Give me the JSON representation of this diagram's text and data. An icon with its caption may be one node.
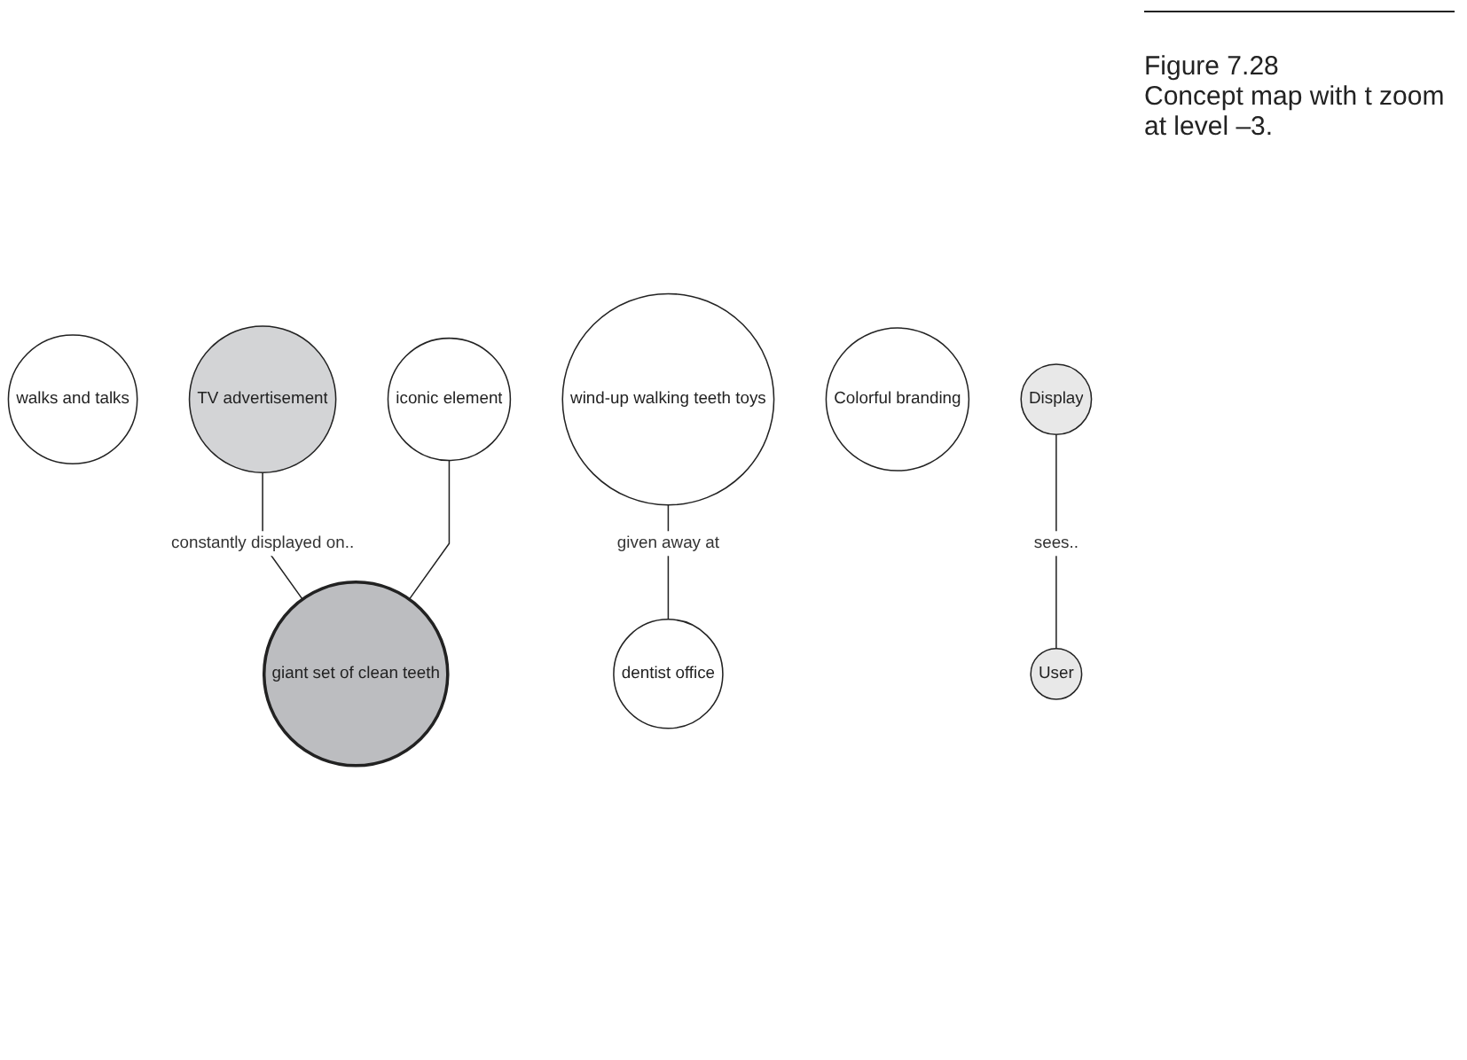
{
  "diagram": {
    "title": "Figure 7.28",
    "caption": "Concept map with t zoom at level –3.",
    "nodes": [
      {
        "text": [
          "walks and talks"
        ]
      },
      {
        "text": [
          "TV advertisement"
        ]
      },
      {
        "text": [
          "wind-up walking teeth toys"
        ]
      },
      {
        "text": [
          "iconic element"
        ]
      },
      {
        "text": [
          "Colorful branding"
        ]
      },
      {
        "text": [
          "User"
        ]
      },
      {
        "text": [
          "giant set of clean teeth"
        ]
      },
      {
        "text": [
          "dentist office"
        ]
      },
      {
        "text": [
          "Display"
        ]
      }
    ],
    "edges": [
      {
        "from": 1,
        "to": 6,
        "arrow": "none",
        "label": "constantly displayed on.."
      },
      {
        "from": 2,
        "to": 7,
        "arrow": "none",
        "label": "given away at"
      },
      {
        "from": 3,
        "to": 6,
        "arrow": "none"
      },
      {
        "from": 8,
        "to": 5,
        "arrow": "none",
        "label": "sees.."
      }
    ]
  }
}
